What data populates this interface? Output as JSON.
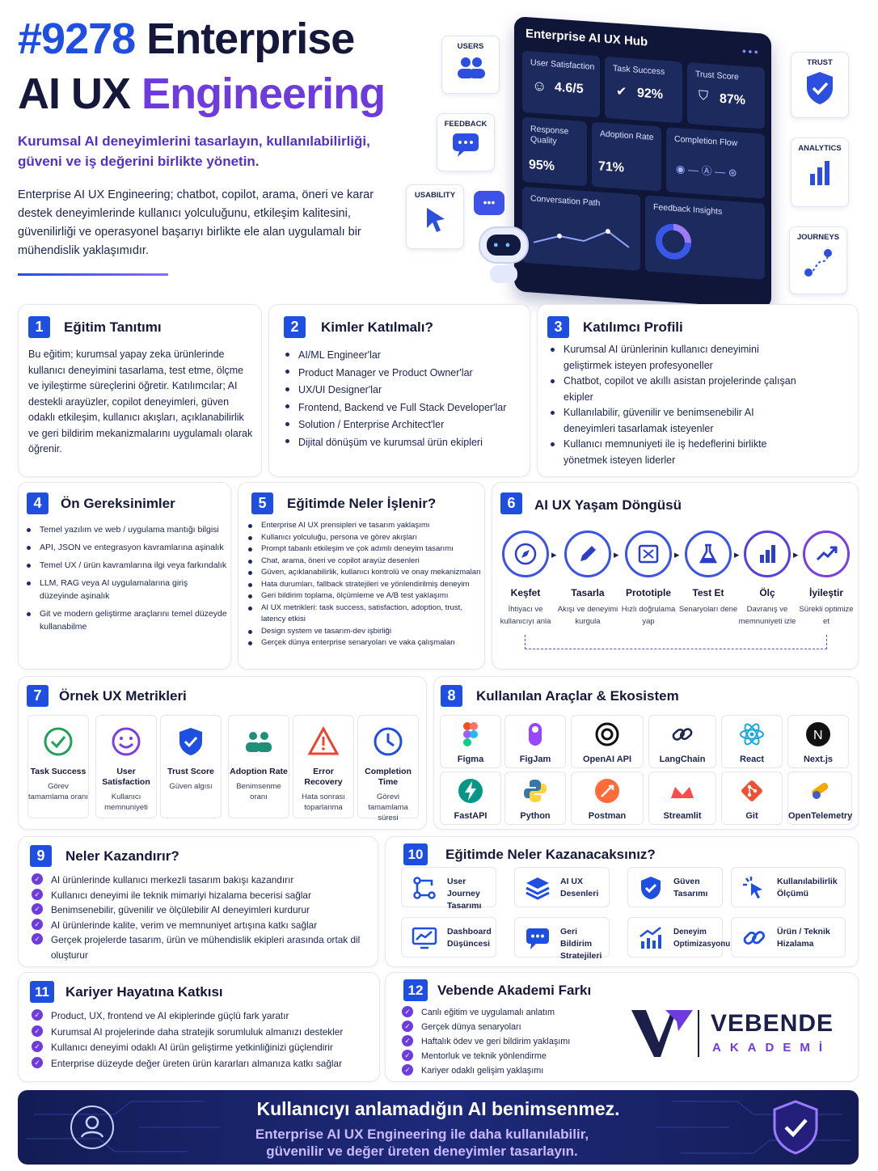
{
  "header": {
    "title_num": "#9278 Enterprise",
    "title_line2_a": "AI UX",
    "title_line2_b": "Engineering",
    "subtitle": "Kurumsal AI deneyimlerini tasarlayın, kullanılabilirliği, güveni ve iş değerini birlikte yönetin.",
    "description": "Enterprise AI UX Engineering; chatbot, copilot, arama, öneri ve karar destek deneyimlerinde kullanıcı yolculuğunu, etkileşim kalitesini, güvenilirliği ve operasyonel başarıyı birlikte ele alan uygulamalı bir mühendislik yaklaşımıdır."
  },
  "hero": {
    "hub_title": "Enterprise AI UX Hub",
    "cards": [
      {
        "label": "User Satisfaction",
        "value": "4.6/5"
      },
      {
        "label": "Task Success",
        "value": "92%"
      },
      {
        "label": "Trust Score",
        "value": "87%"
      },
      {
        "label": "Response Quality",
        "value": "95%"
      },
      {
        "label": "Adoption Rate",
        "value": "71%"
      },
      {
        "label": "Completion Flow",
        "value": ""
      },
      {
        "label": "Conversation Path",
        "value": ""
      },
      {
        "label": "Feedback Insights",
        "value": ""
      }
    ],
    "side_labels": {
      "users": "USERS",
      "feedback": "FEEDBACK",
      "usability": "USABILITY",
      "trust": "TRUST",
      "analytics": "ANALYTICS",
      "journeys": "JOURNEYS"
    }
  },
  "sections": {
    "s1": {
      "num": "1",
      "title": "Eğitim Tanıtımı",
      "body": "Bu eğitim; kurumsal yapay zeka ürünlerinde kullanıcı deneyimini tasarlama, test etme, ölçme ve iyileştirme süreçlerini öğretir. Katılımcılar; AI destekli arayüzler, copilot deneyimleri, güven odaklı etkileşim, kullanıcı akışları, açıklanabilirlik ve geri bildirim mekanizmalarını uygulamalı olarak öğrenir."
    },
    "s2": {
      "num": "2",
      "title": "Kimler Katılmalı?",
      "items": [
        "AI/ML Engineer'lar",
        "Product Manager ve Product Owner'lar",
        "UX/UI Designer'lar",
        "Frontend, Backend ve Full Stack Developer'lar",
        "Solution / Enterprise Architect'ler",
        "Dijital dönüşüm ve kurumsal ürün ekipleri"
      ]
    },
    "s3": {
      "num": "3",
      "title": "Katılımcı Profili",
      "items": [
        "Kurumsal AI ürünlerinin kullanıcı deneyimini geliştirmek isteyen profesyoneller",
        "Chatbot, copilot ve akıllı asistan projelerinde çalışan ekipler",
        "Kullanılabilir, güvenilir ve benimsenebilir AI deneyimleri tasarlamak isteyenler",
        "Kullanıcı memnuniyeti ile iş hedeflerini birlikte yönetmek isteyen liderler"
      ]
    },
    "s4": {
      "num": "4",
      "title": "Ön Gereksinimler",
      "items": [
        "Temel yazılım ve web / uygulama mantığı bilgisi",
        "API, JSON ve entegrasyon kavramlarına aşinalık",
        "Temel UX / ürün kavramlarına ilgi veya farkındalık",
        "LLM, RAG veya AI uygulamalarına giriş düzeyinde aşinalık",
        "Git ve modern geliştirme araçlarını temel düzeyde kullanabilme"
      ]
    },
    "s5": {
      "num": "5",
      "title": "Eğitimde Neler İşlenir?",
      "items": [
        "Enterprise AI UX prensipleri ve tasarım yaklaşımı",
        "Kullanıcı yolculuğu, persona ve görev akışları",
        "Prompt tabanlı etkileşim ve çok adımlı deneyim tasarımı",
        "Chat, arama, öneri ve copilot arayüz desenleri",
        "Güven, açıklanabilirlik, kullanıcı kontrolü ve onay mekanizmaları",
        "Hata durumları, fallback stratejileri ve yönlendirilmiş deneyim",
        "Geri bildirim toplama, ölçümleme ve A/B test yaklaşımı",
        "AI UX metrikleri: task success, satisfaction, adoption, trust, latency etkisi",
        "Design system ve tasarım-dev işbirliği",
        "Gerçek dünya enterprise senaryoları ve vaka çalışmaları"
      ]
    },
    "s6": {
      "num": "6",
      "title": "AI UX Yaşam Döngüsü",
      "steps": [
        {
          "t": "Keşfet",
          "d": "İhtiyacı ve kullanıcıyı anla"
        },
        {
          "t": "Tasarla",
          "d": "Akışı ve deneyimi kurgula"
        },
        {
          "t": "Prototiple",
          "d": "Hızlı doğrulama yap"
        },
        {
          "t": "Test Et",
          "d": "Senaryoları dene"
        },
        {
          "t": "Ölç",
          "d": "Davranış ve memnuniyeti izle"
        },
        {
          "t": "İyileştir",
          "d": "Sürekli optimize et"
        }
      ]
    },
    "s7": {
      "num": "7",
      "title": "Örnek UX Metrikleri",
      "metrics": [
        {
          "t": "Task Success",
          "d": "Görev tamamlama oranı"
        },
        {
          "t": "User Satisfaction",
          "d": "Kullanıcı memnuniyeti"
        },
        {
          "t": "Trust Score",
          "d": "Güven algısı"
        },
        {
          "t": "Adoption Rate",
          "d": "Benimsenme oranı"
        },
        {
          "t": "Error Recovery",
          "d": "Hata sonrası toparlanma"
        },
        {
          "t": "Completion Time",
          "d": "Görevi tamamlama süresi"
        }
      ]
    },
    "s8": {
      "num": "8",
      "title": "Kullanılan Araçlar & Ekosistem",
      "tools": [
        "Figma",
        "FigJam",
        "OpenAI API",
        "LangChain",
        "React",
        "Next.js",
        "FastAPI",
        "Python",
        "Postman",
        "Streamlit",
        "Git",
        "OpenTelemetry"
      ]
    },
    "s9": {
      "num": "9",
      "title": "Neler Kazandırır?",
      "items": [
        "AI ürünlerinde kullanıcı merkezli tasarım bakışı kazandırır",
        "Kullanıcı deneyimi ile teknik mimariyi hizalama becerisi sağlar",
        "Benimsenebilir, güvenilir ve ölçülebilir AI deneyimleri kurdurur",
        "AI ürünlerinde kalite, verim ve memnuniyet artışına katkı sağlar",
        "Gerçek projelerde tasarım, ürün ve mühendislik ekipleri arasında ortak dil oluşturur"
      ]
    },
    "s10": {
      "num": "10",
      "title": "Eğitimde Neler Kazanacaksınız?",
      "gains": [
        "User Journey Tasarımı",
        "AI UX Desenleri",
        "Güven Tasarımı",
        "Kullanılabilirlik Ölçümü",
        "Dashboard Düşüncesi",
        "Geri Bildirim Stratejileri",
        "Deneyim Optimizasyonu",
        "Ürün / Teknik Hizalama"
      ]
    },
    "s11": {
      "num": "11",
      "title": "Kariyer Hayatına Katkısı",
      "items": [
        "Product, UX, frontend ve AI ekiplerinde güçlü fark yaratır",
        "Kurumsal AI projelerinde daha stratejik sorumluluk almanızı destekler",
        "Kullanıcı deneyimi odaklı AI ürün geliştirme yetkinliğinizi güçlendirir",
        "Enterprise düzeyde değer üreten ürün kararları almanıza katkı sağlar"
      ]
    },
    "s12": {
      "num": "12",
      "title": "Vebende Akademi Farkı",
      "items": [
        "Canlı eğitim ve uygulamalı anlatım",
        "Gerçek dünya senaryoları",
        "Haftalık ödev ve geri bildirim yaklaşımı",
        "Mentorluk ve teknik yönlendirme",
        "Kariyer odaklı gelişim yaklaşımı"
      ],
      "brand": "VEBENDE",
      "brand_sub": "AKADEMİ"
    }
  },
  "footer": {
    "headline": "Kullanıcıyı anlamadığın AI benimsenmez.",
    "sub": "Enterprise AI UX Engineering ile daha kullanılabilir, güvenilir ve değer üreten deneyimler tasarlayın."
  },
  "colors": {
    "primary_blue": "#1f4fe0",
    "accent_purple": "#6d3bde",
    "navy": "#15183a",
    "footer_bg": "#1a2466"
  }
}
